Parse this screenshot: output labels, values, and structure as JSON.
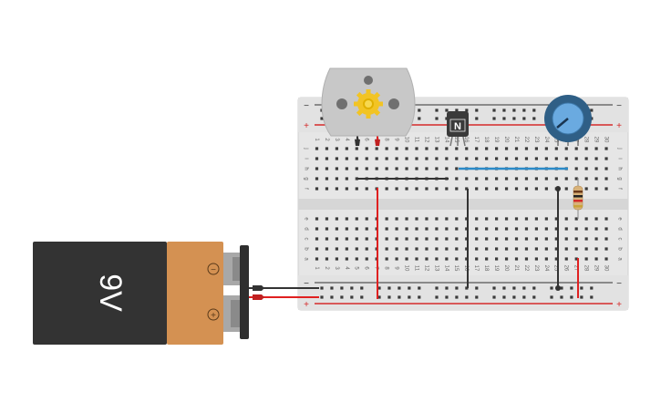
{
  "canvas": {
    "background": "#ffffff"
  },
  "battery": {
    "label": "9V",
    "minus_symbol": "−",
    "plus_symbol": "+",
    "body_color": "#333333",
    "label_band_color": "#d49152"
  },
  "breadboard": {
    "rail_minus_symbol": "−",
    "rail_plus_symbol": "+",
    "row_letters_top": [
      "j",
      "i",
      "h",
      "g",
      "f"
    ],
    "row_letters_bottom": [
      "e",
      "d",
      "c",
      "b",
      "a"
    ],
    "column_numbers": [
      "1",
      "2",
      "3",
      "4",
      "5",
      "6",
      "7",
      "8",
      "9",
      "10",
      "11",
      "12",
      "13",
      "14",
      "15",
      "16",
      "17",
      "18",
      "19",
      "20",
      "21",
      "22",
      "23",
      "24",
      "25",
      "26",
      "27",
      "28",
      "29",
      "30"
    ],
    "body_color": "#e6e6e6",
    "rail_red": "#d42a2a",
    "rail_blue": "#3a6fbf"
  },
  "transistor": {
    "label": "N",
    "color": "#3a3a3a"
  },
  "motor": {
    "color": "#c8c8c8",
    "gear_color": "#f2c424"
  },
  "potentiometer": {
    "color": "#2f5f86",
    "knob_color": "#6aaae0"
  },
  "resistor": {
    "body_color": "#d8b27a"
  },
  "wires": {
    "red": "#e02020",
    "black": "#333333",
    "blue": "#2a8ac8"
  }
}
